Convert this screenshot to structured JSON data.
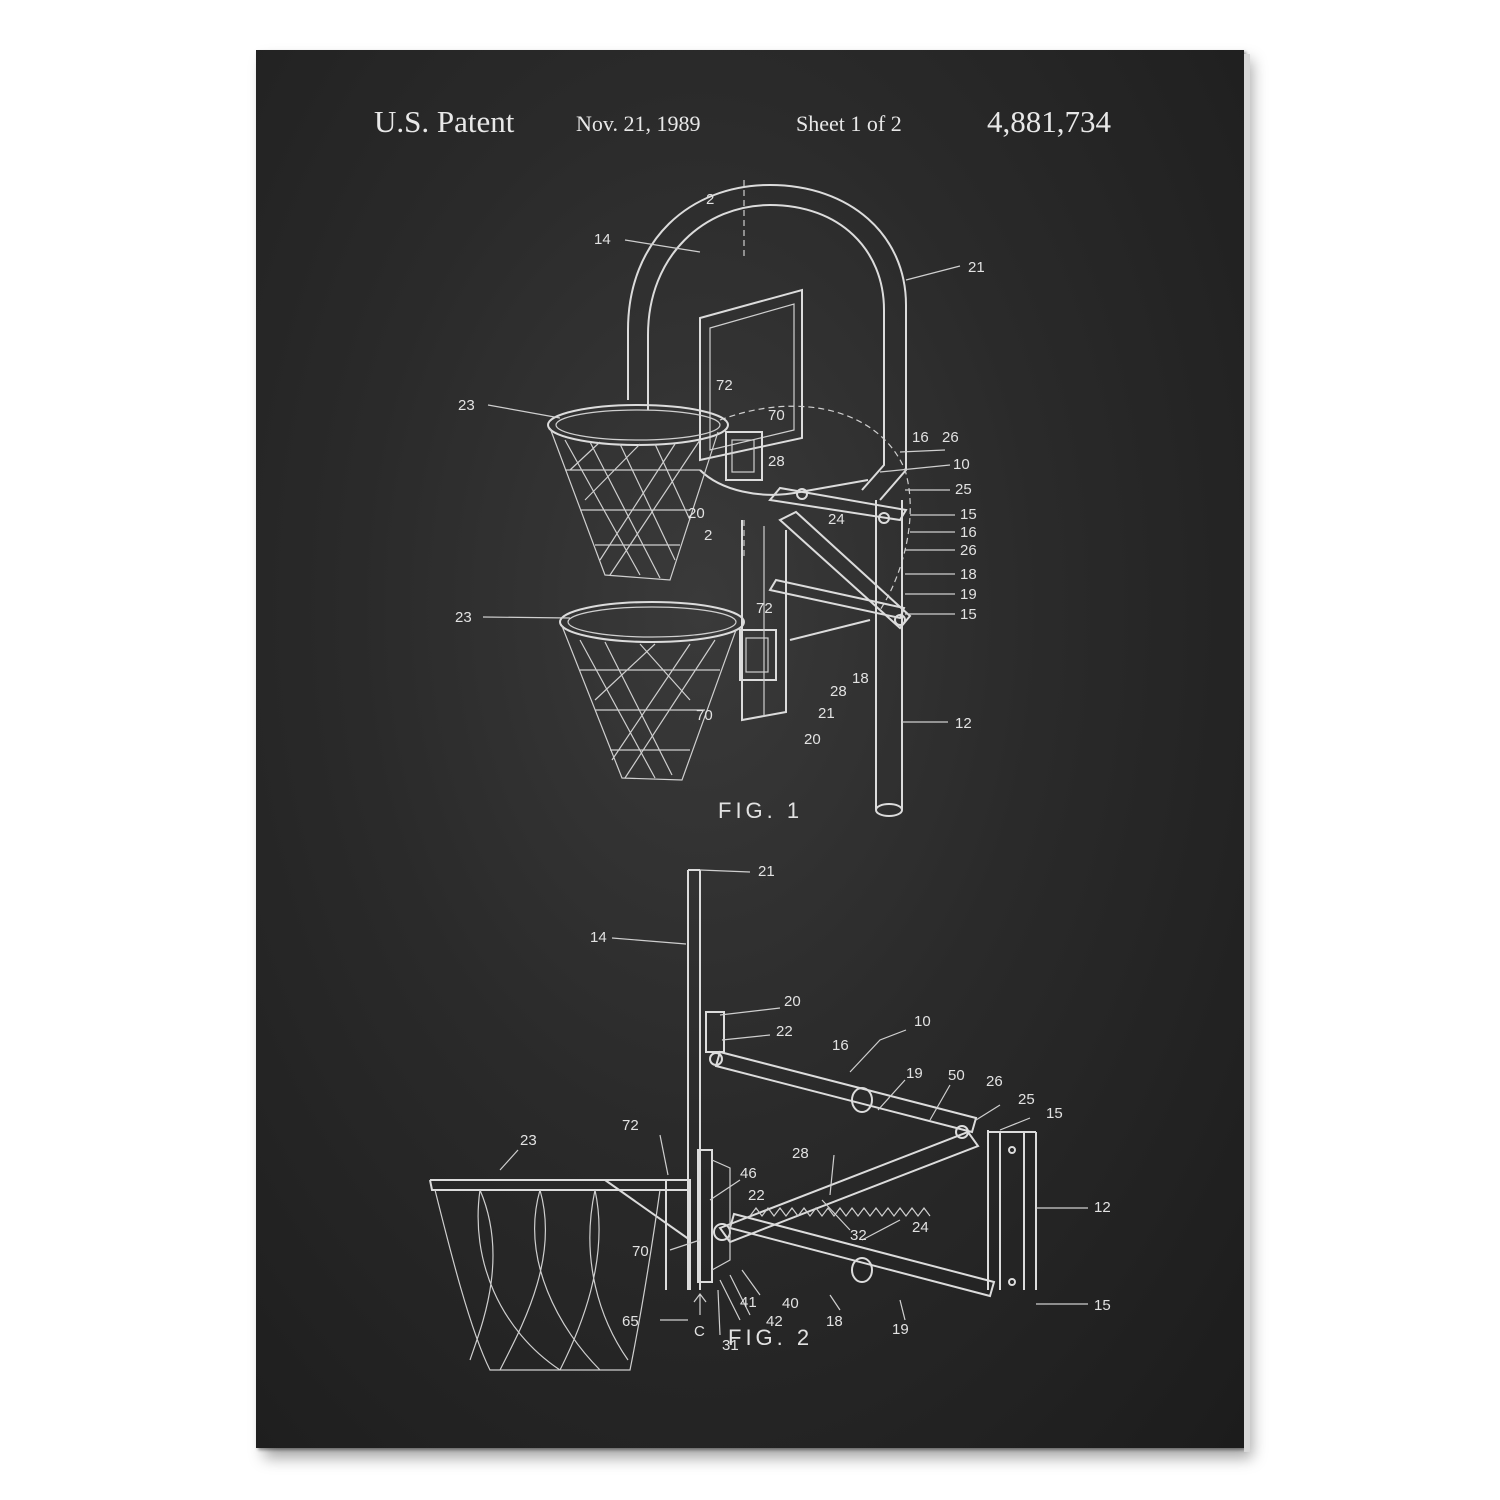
{
  "header": {
    "title": "U.S. Patent",
    "date": "Nov. 21, 1989",
    "sheet": "Sheet 1 of 2",
    "patent_number": "4,881,734"
  },
  "figures": {
    "fig1_label": "FIG. 1",
    "fig2_label": "FIG. 2"
  },
  "fig1_refs": {
    "r2a": "2",
    "r2b": "2",
    "r14": "14",
    "r21": "21",
    "r23a": "23",
    "r23b": "23",
    "r72a": "72",
    "r70a": "70",
    "r28a": "28",
    "r16a": "16",
    "r26a": "26",
    "r10": "10",
    "r25": "25",
    "r15a": "15",
    "r16b": "16",
    "r26b": "26",
    "r18a": "18",
    "r19": "19",
    "r15b": "15",
    "r20a": "20",
    "r24": "24",
    "r72b": "72",
    "r18b": "18",
    "r28b": "28",
    "r21b": "21",
    "r70b": "70",
    "r20b": "20",
    "r12": "12"
  },
  "fig2_refs": {
    "r21": "21",
    "r14": "14",
    "r20": "20",
    "r22a": "22",
    "r10": "10",
    "r16": "16",
    "r19a": "19",
    "r50": "50",
    "r26": "26",
    "r25": "25",
    "r15a": "15",
    "r23": "23",
    "r72": "72",
    "r46": "46",
    "r22b": "22",
    "r28": "28",
    "r12": "12",
    "r24": "24",
    "r32": "32",
    "r70": "70",
    "r65": "65",
    "r41": "41",
    "r40": "40",
    "r42": "42",
    "r31": "31",
    "r18": "18",
    "r19b": "19",
    "r15b": "15",
    "rC": "C"
  },
  "colors": {
    "chalkboard": "#2a2a2a",
    "chalk": "#e2e2e2"
  }
}
